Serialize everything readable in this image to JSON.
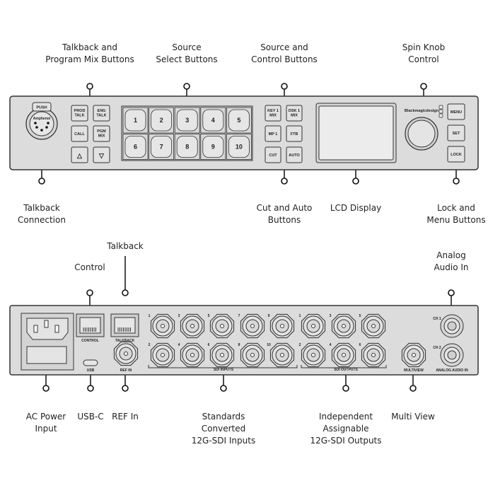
{
  "colors": {
    "panel": "#dcdcdc",
    "stroke": "#333333",
    "button": "#e2e2e2",
    "lcd": "#ececec"
  },
  "front_callouts_top": [
    {
      "lines": [
        "Talkback and",
        "Program Mix Buttons"
      ]
    },
    {
      "lines": [
        "Source",
        "Select Buttons"
      ]
    },
    {
      "lines": [
        "Source and",
        "Control  Buttons"
      ]
    },
    {
      "lines": [
        "Spin Knob",
        "Control"
      ]
    }
  ],
  "front_callouts_bottom": [
    {
      "lines": [
        "Talkback",
        "Connection"
      ]
    },
    {
      "lines": [
        "Cut and Auto",
        "Buttons"
      ]
    },
    {
      "lines": [
        "LCD Display"
      ]
    },
    {
      "lines": [
        "Lock and",
        "Menu Buttons"
      ]
    }
  ],
  "rear_callouts_top": [
    {
      "lines": [
        "Control"
      ]
    },
    {
      "lines": [
        "Talkback"
      ]
    },
    {
      "lines": [
        "Analog",
        "Audio In"
      ]
    }
  ],
  "rear_callouts_bottom": [
    {
      "lines": [
        "AC Power",
        "Input"
      ]
    },
    {
      "lines": [
        "USB-C"
      ]
    },
    {
      "lines": [
        "REF In"
      ]
    },
    {
      "lines": [
        "Standards",
        "Converted",
        "12G-SDI Inputs"
      ]
    },
    {
      "lines": [
        "Independent",
        "Assignable",
        "12G-SDI Outputs"
      ]
    },
    {
      "lines": [
        "Multi View"
      ]
    }
  ],
  "front": {
    "xlr_push": "PUSH",
    "xlr_brand": "Amphenol",
    "talk_buttons": [
      [
        "PROD",
        "TALK"
      ],
      [
        "ENG",
        "TALK"
      ],
      [
        "CALL"
      ],
      [
        "PGM",
        "MIX"
      ]
    ],
    "arrow_up": "△",
    "arrow_down": "▽",
    "source_buttons": [
      "1",
      "2",
      "3",
      "4",
      "5",
      "6",
      "7",
      "8",
      "9",
      "10"
    ],
    "control_buttons": [
      [
        "KEY 1",
        "MIX"
      ],
      [
        "DSK 1",
        "MIX"
      ],
      [
        "MP 1"
      ],
      [
        "FTB"
      ],
      [
        "CUT"
      ],
      [
        "AUTO"
      ]
    ],
    "logo": "Blackmagicdesign",
    "menu_buttons": [
      "MENU",
      "SET",
      "LOCK"
    ]
  },
  "rear": {
    "control_label": "CONTROL",
    "talkback_label": "TALKBACK",
    "usb_label": "USB",
    "ref_label": "REF IN",
    "sdi_in_numbers": [
      "1",
      "3",
      "5",
      "7",
      "9",
      "2",
      "4",
      "6",
      "8",
      "10"
    ],
    "sdi_in_label": "SDI INPUTS",
    "sdi_out_numbers": [
      "1",
      "3",
      "5",
      "2",
      "4",
      "6"
    ],
    "sdi_out_label": "SDI OUTPUTS",
    "multiview_label": "MULTIVIEW",
    "ch1": "CH 1",
    "ch2": "CH 2",
    "analog_label": "ANALOG AUDIO IN"
  }
}
